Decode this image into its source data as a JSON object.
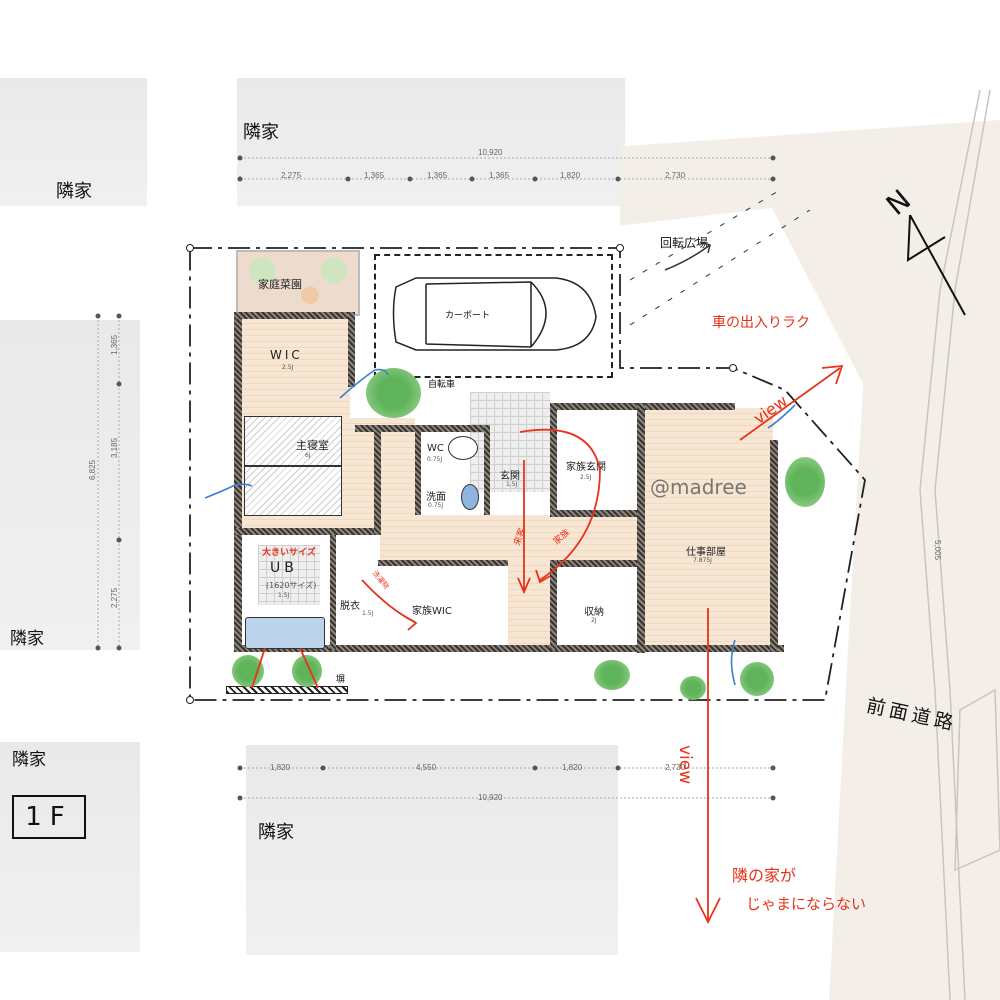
{
  "labels": {
    "neighbor_top": "隣家",
    "neighbor_left_top": "隣家",
    "neighbor_left_mid": "隣家",
    "neighbor_left_bottom": "隣家",
    "neighbor_bottom": "隣家",
    "floor_badge": "1F",
    "north": "N",
    "front_road": "前面道路",
    "turnaround_area": "回転広場",
    "carport": "カーポート",
    "bicycle": "自転車",
    "watermark": "@madree",
    "fence": "塀"
  },
  "rooms": [
    {
      "id": "garden",
      "name": "家庭菜園",
      "size": ""
    },
    {
      "id": "wic-master",
      "name": "WIC",
      "size": "2.5J"
    },
    {
      "id": "master-bedroom",
      "name": "主寝室",
      "size": "6J"
    },
    {
      "id": "wc",
      "name": "WC",
      "size": "0.75J"
    },
    {
      "id": "washroom",
      "name": "洗面",
      "size": "0.75J"
    },
    {
      "id": "entrance",
      "name": "玄関",
      "size": "1.5J"
    },
    {
      "id": "family-entrance",
      "name": "家族玄関",
      "size": "2.5J"
    },
    {
      "id": "unit-bath",
      "name": "UB",
      "size": "1.5J",
      "note": "(1620サイズ)"
    },
    {
      "id": "dressing",
      "name": "脱衣",
      "size": "1.5J"
    },
    {
      "id": "family-wic",
      "name": "家族WIC",
      "size": ""
    },
    {
      "id": "storage",
      "name": "収納",
      "size": "2J"
    },
    {
      "id": "work-room",
      "name": "仕事部屋",
      "size": "7.875J"
    }
  ],
  "annotations": {
    "car_access": "車の出入りラク",
    "big_size": "大きいサイズ",
    "laundry_flow": "洗濯物",
    "view_1": "view",
    "view_2": "view",
    "guest_flow": "来客",
    "family_flow": "家族",
    "no_obstruction_line1": "隣の家が",
    "no_obstruction_line2": "じゃまにならない"
  },
  "dimensions": {
    "top_total": "10,920",
    "top_segments": [
      "2,275",
      "1,365",
      "1,365",
      "1,365",
      "1,820",
      "2,730"
    ],
    "bottom_total": "10,920",
    "bottom_segments": [
      "1,820",
      "4,550",
      "1,820",
      "2,730"
    ],
    "left_total": "6,825",
    "left_segments": [
      "1,365",
      "3,185",
      "2,275"
    ],
    "right_total": "5,005"
  },
  "colors": {
    "annotation_red": "#e8321a",
    "flow_blue": "#3a7fd0",
    "tree_green": "#5fb35a",
    "floor_wood": "#f5dfc6",
    "wall_dark": "#3a342f"
  }
}
